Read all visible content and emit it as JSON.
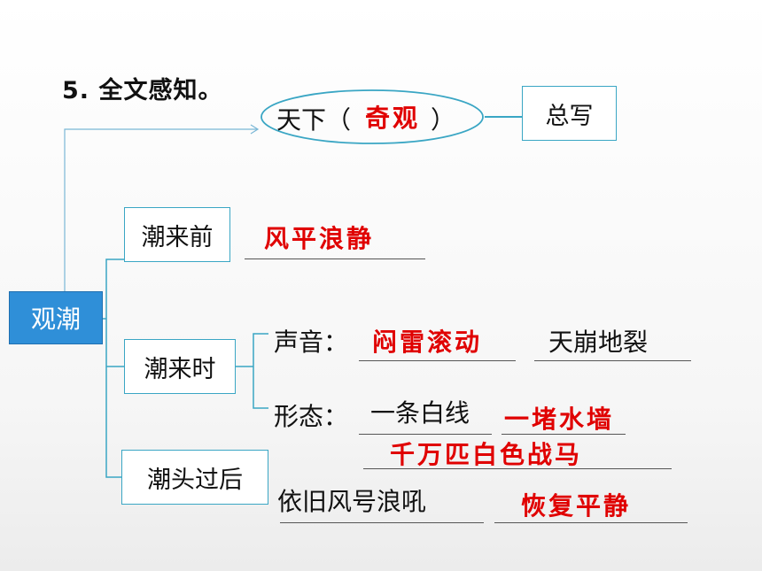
{
  "heading": "5. 全文感知。",
  "root": "观潮",
  "top_item": {
    "prefix": "天下（",
    "answer": "奇观",
    "suffix": " ）",
    "tag": "总写"
  },
  "stages": {
    "before": {
      "label": "潮来前",
      "answer": "风平浪静"
    },
    "during": {
      "label": "潮来时",
      "sound": {
        "label": "声音：",
        "answer": "闷雷滚动",
        "given": "天崩地裂"
      },
      "shape": {
        "label": "形态：",
        "given": "一条白线",
        "answer1": "一堵水墙",
        "answer2": "千万匹白色战马"
      }
    },
    "after": {
      "label": "潮头过后",
      "given": "依旧风号浪吼",
      "answer": "恢复平静"
    }
  },
  "colors": {
    "accent": "#3aa6c4",
    "root_fill": "#2f8fd8",
    "answer": "#e00000"
  }
}
